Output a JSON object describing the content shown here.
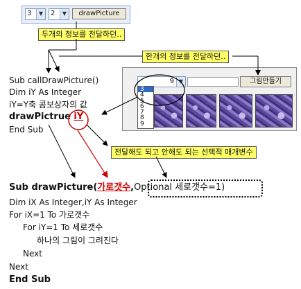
{
  "top_controls": {
    "combo1_value": "3",
    "combo2_value": "2",
    "button_label": "drawPicture"
  },
  "callouts": {
    "two_info": "두개의 정보를 전달하던..",
    "one_info": "한개의 정보를 전달하던..",
    "optional_note": "전달해도 되고 안해도 되는 선택적 매개변수"
  },
  "screenshot2": {
    "combo_value": "9",
    "list_items": [
      "3",
      "4",
      "5",
      "6",
      "7",
      "8",
      "9"
    ],
    "selected_item": "3",
    "button_label": "그림만들기"
  },
  "code_block1": {
    "line1": "Sub callDrawPicture()",
    "line2": "Dim iY As Integer",
    "line3": "iY=Y축 콤보상자의 값",
    "line4_prefix": "drawPictrue ",
    "line4_arg": "iY",
    "line5": "End Sub"
  },
  "code_block2": {
    "sig_prefix": "Sub drawPicture(",
    "sig_param1": "가로갯수",
    "sig_comma": ",",
    "sig_optional": "Optional 세로갯수=1)",
    "line2": "Dim iX As Integer,iY As Integer",
    "line3": "For iX=1 To 가로갯수",
    "line4": "For iY=1 To 세로갯수",
    "line5": "하나의 그림이 그려진다",
    "line6": "Next",
    "line7": "Next",
    "line8": "End Sub"
  }
}
